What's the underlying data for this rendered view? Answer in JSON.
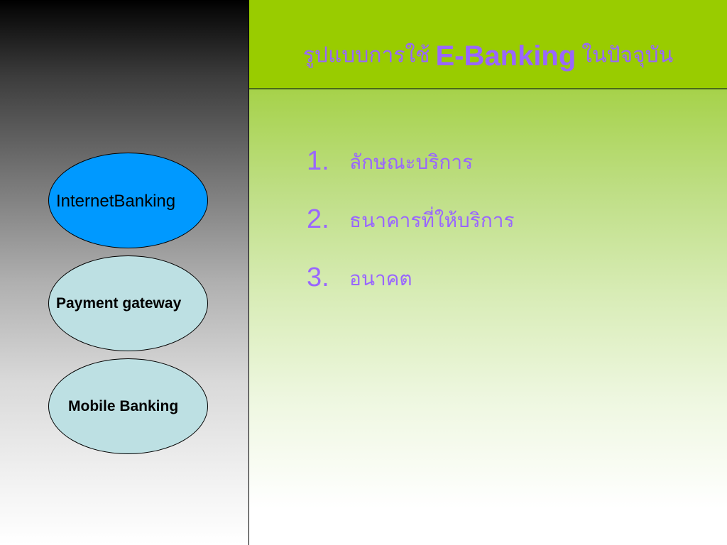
{
  "slide": {
    "title": {
      "thai_prefix": "รูปแบบการใช้",
      "english": "E-Banking",
      "thai_suffix": "ในปัจจุบัน"
    },
    "list": [
      {
        "number": "1.",
        "text": "ลักษณะบริการ"
      },
      {
        "number": "2.",
        "text": "ธนาคารที่ให้บริการ"
      },
      {
        "number": "3.",
        "text": "อนาคต"
      }
    ],
    "ovals": [
      {
        "label": "InternetBanking"
      },
      {
        "label": "Payment gateway"
      },
      {
        "label": "Mobile Banking"
      }
    ]
  },
  "colors": {
    "title_text": "#9966ff",
    "header_band": "#99cc00",
    "oval_internet_banking": "#0099ff",
    "oval_light": "#bde0e3",
    "left_panel_top": "#000000",
    "left_panel_bottom": "#ffffff"
  }
}
